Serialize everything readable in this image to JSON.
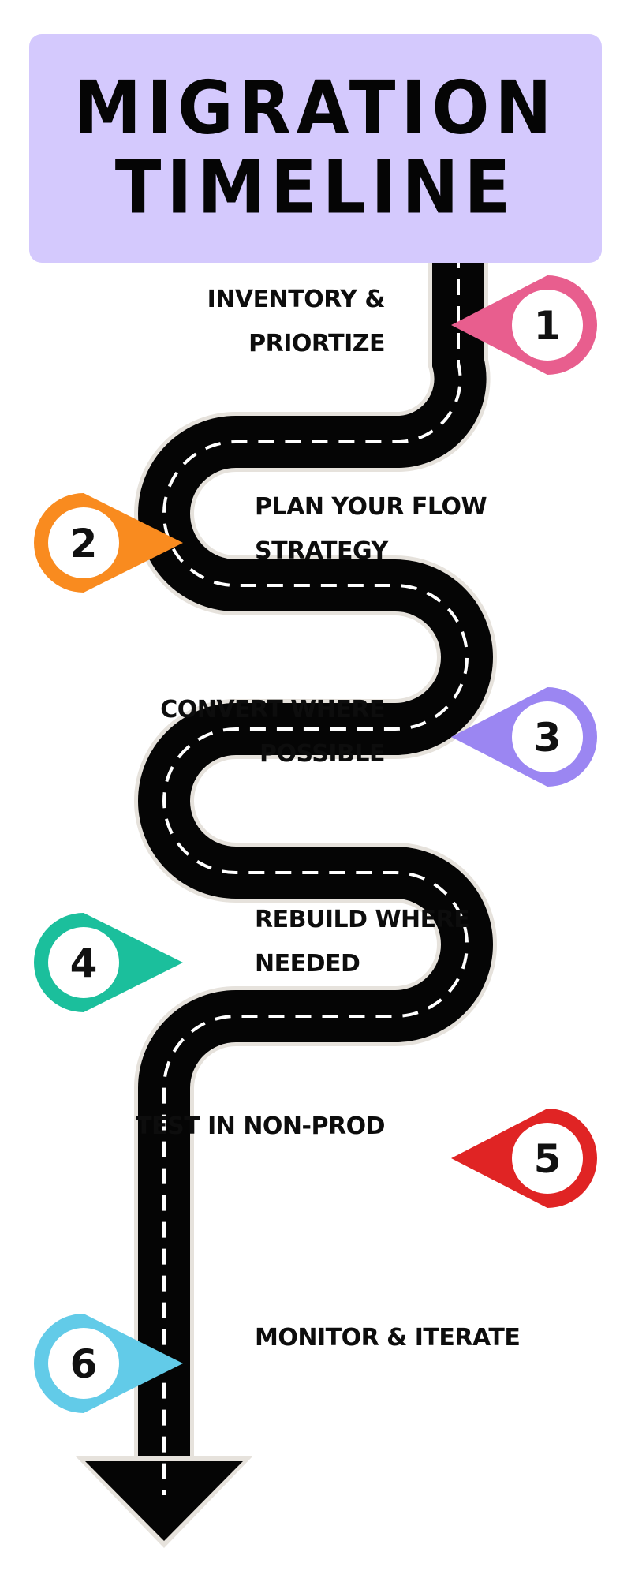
{
  "title": {
    "line1": "MIGRATION",
    "line2": "TIMELINE"
  },
  "steps": [
    {
      "number": "1",
      "line1": "INVENTORY &",
      "line2": "PRIORTIZE",
      "color": "#e85e8e"
    },
    {
      "number": "2",
      "line1": "PLAN YOUR  FLOW",
      "line2": "STRATEGY",
      "color": "#f98b1f"
    },
    {
      "number": "3",
      "line1": "CONVERT WHERE",
      "line2": "POSSIBLE",
      "color": "#9b86f2"
    },
    {
      "number": "4",
      "line1": "REBUILD WHERE",
      "line2": "NEEDED",
      "color": "#1bbf9c"
    },
    {
      "number": "5",
      "line1": "TEST IN NON-PROD",
      "line2": "",
      "color": "#e02424"
    },
    {
      "number": "6",
      "line1": "MONITOR & ITERATE",
      "line2": "",
      "color": "#62cbe8"
    }
  ],
  "road_color": "#050505",
  "road_edge_color": "#e6e2dc",
  "dash_color": "#ffffff"
}
